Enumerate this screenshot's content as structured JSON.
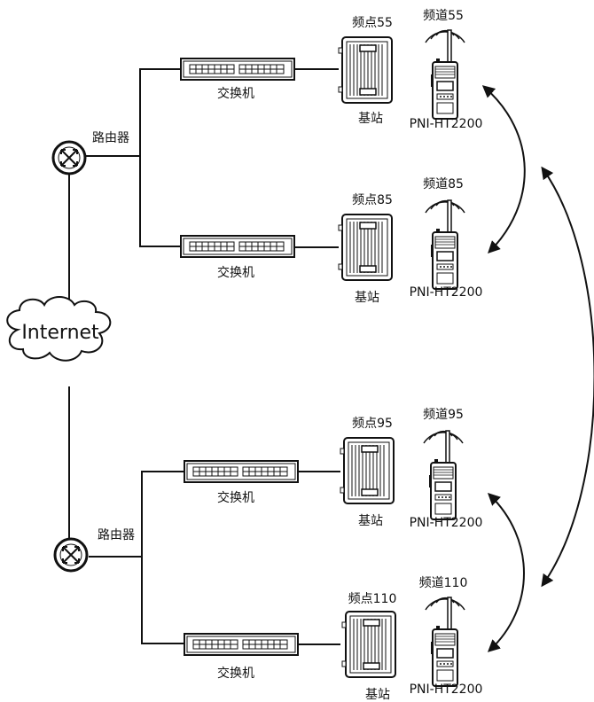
{
  "internet": {
    "label": "Internet"
  },
  "groups": [
    {
      "router_label": "路由器",
      "branches": [
        {
          "switch_label": "交换机",
          "base_freq": "频点55",
          "base_label": "基站",
          "channel": "频道55",
          "radio_model": "PNI-HT2200"
        },
        {
          "switch_label": "交换机",
          "base_freq": "频点85",
          "base_label": "基站",
          "channel": "频道85",
          "radio_model": "PNI-HT2200"
        }
      ]
    },
    {
      "router_label": "路由器",
      "branches": [
        {
          "switch_label": "交换机",
          "base_freq": "频点95",
          "base_label": "基站",
          "channel": "频道95",
          "radio_model": "PNI-HT2200"
        },
        {
          "switch_label": "交换机",
          "base_freq": "频点110",
          "base_label": "基站",
          "channel": "频道110",
          "radio_model": "PNI-HT2200"
        }
      ]
    }
  ]
}
